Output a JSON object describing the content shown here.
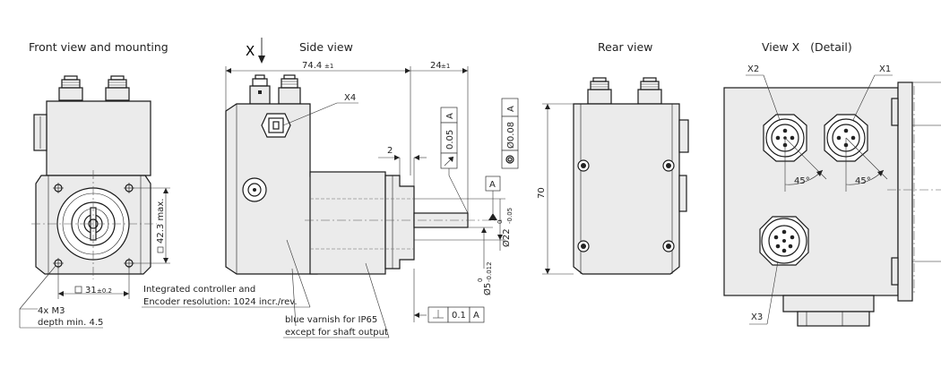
{
  "views": {
    "front": "Front view and mounting",
    "side": "Side view",
    "rear": "Rear view",
    "detail": "View X   (Detail)"
  },
  "view_marker": "X",
  "dimensions": {
    "length_main": "74.4",
    "length_main_tol": "±1",
    "shaft_length": "24",
    "shaft_length_tol": "±1",
    "height_42": "42.3 max.",
    "width_31": "31",
    "width_31_tol": "±0.2",
    "flange_2": "2",
    "height_70": "70",
    "dia_22": "Ø22",
    "dia_22_tol_upper": "0",
    "dia_22_tol_lower": "-0.05",
    "dia_5": "Ø5",
    "dia_5_tol_upper": "0",
    "dia_5_tol_lower": "-0.012",
    "angle_a": "45°",
    "angle_b": "45°"
  },
  "tolerance_frames": {
    "runout_value": "0.05",
    "runout_ref": "A",
    "concentricity_value": "Ø0.08",
    "concentricity_ref": "A",
    "datum": "A",
    "perpendicularity_value": "0.1",
    "perpendicularity_ref": "A"
  },
  "annotations": {
    "x4": "X4",
    "x1": "X1",
    "x2": "X2",
    "x3": "X3",
    "controller_line1": "Integrated controller and",
    "controller_line2": "Encoder resolution: 1024 incr./rev.",
    "varnish_line1": "blue varnish for IP65",
    "varnish_line2": "except for shaft output",
    "holes_line1": "4x M3",
    "holes_line2": "depth min. 4.5"
  }
}
